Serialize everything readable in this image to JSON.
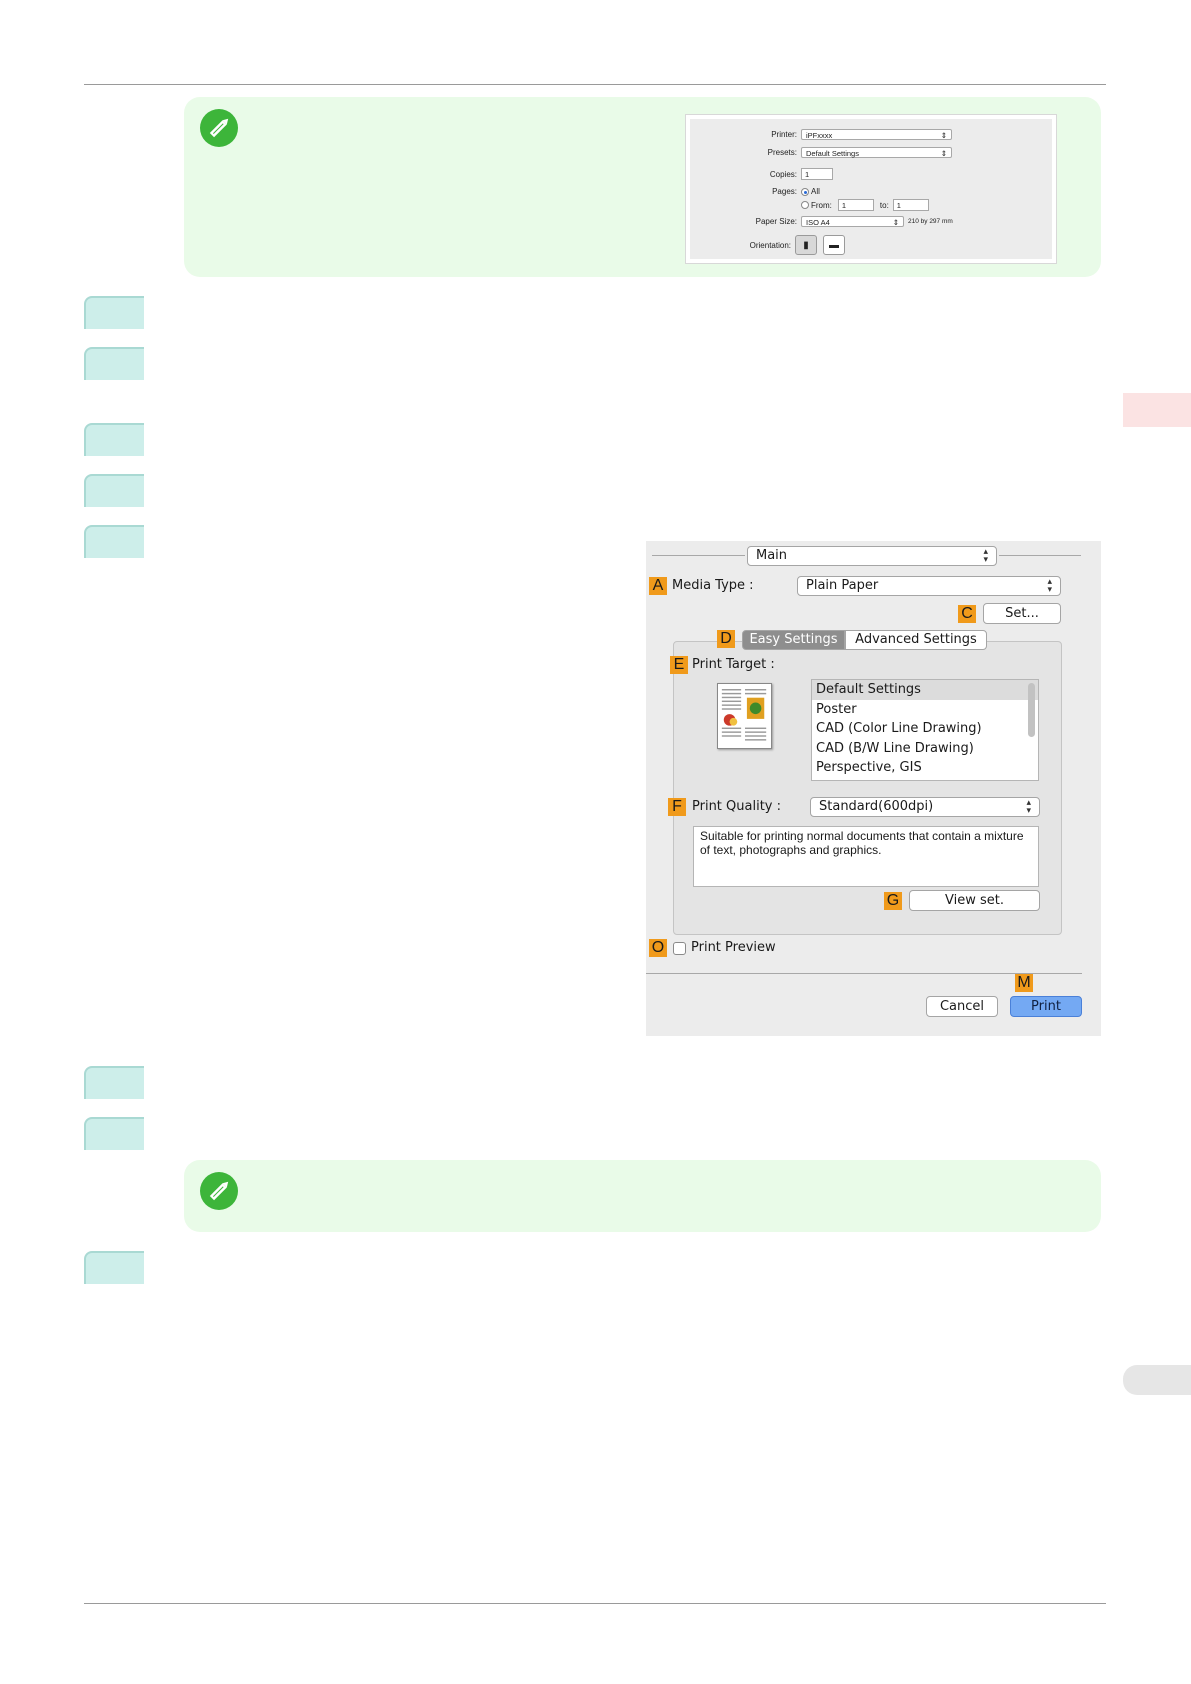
{
  "note_top": {
    "icon": "pencil-note-icon",
    "mini_dialog": {
      "printer_label": "Printer:",
      "printer_value": "iPFxxxx",
      "presets_label": "Presets:",
      "presets_value": "Default Settings",
      "copies_label": "Copies:",
      "copies_value": "1",
      "pages_label": "Pages:",
      "pages_all": "All",
      "pages_from": "From:",
      "pages_from_value": "1",
      "pages_to": "to:",
      "pages_to_value": "1",
      "paper_size_label": "Paper Size:",
      "paper_size_value": "ISO A4",
      "paper_size_dims": "210 by 297 mm",
      "orientation_label": "Orientation:"
    }
  },
  "steps": [
    "",
    "",
    "",
    "",
    "",
    "",
    "",
    ""
  ],
  "dialog": {
    "panel_popup": "Main",
    "media_type_tag": "A",
    "media_type_label": "Media Type :",
    "media_type_value": "Plain Paper",
    "set_tag": "C",
    "set_button": "Set...",
    "tabs_tag": "D",
    "tab_easy": "Easy Settings",
    "tab_advanced": "Advanced Settings",
    "print_target_tag": "E",
    "print_target_label": "Print Target :",
    "print_target_items": [
      "Default Settings",
      "Poster",
      "CAD (Color Line Drawing)",
      "CAD (B/W Line Drawing)",
      "Perspective, GIS"
    ],
    "print_quality_tag": "F",
    "print_quality_label": "Print Quality :",
    "print_quality_value": "Standard(600dpi)",
    "description": "Suitable for printing normal documents that contain a mixture of text, photographs and graphics.",
    "view_set_tag": "G",
    "view_set_button": "View set.",
    "preview_tag": "O",
    "preview_label": "Print Preview",
    "print_tag": "M",
    "cancel_button": "Cancel",
    "print_button": "Print"
  },
  "note_bottom": {
    "icon": "pencil-note-icon"
  },
  "colors": {
    "note_bg": "#e9fbe8",
    "step_bg": "#cdeeea",
    "tag_orange": "#f09a1b",
    "primary_button": "#74a9f3",
    "side_tab_pink": "#fbe3e3"
  }
}
